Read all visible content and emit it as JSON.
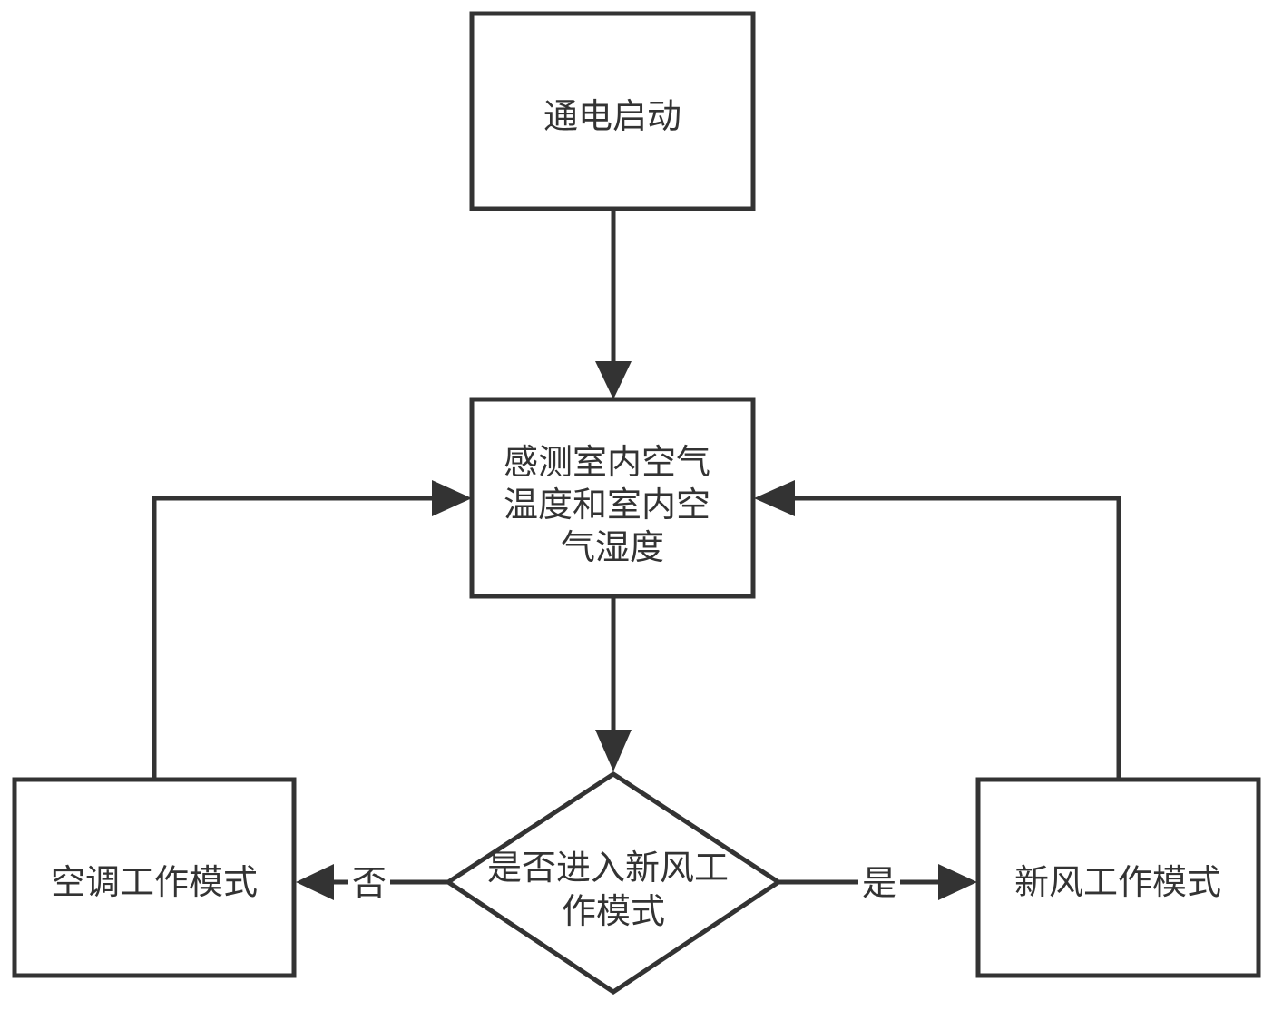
{
  "nodes": {
    "power_on": {
      "label": "通电启动"
    },
    "sense": {
      "lines": [
        "感测室内空气",
        "温度和室内空",
        "气湿度"
      ]
    },
    "decision": {
      "lines": [
        "是否进入新风工",
        "作模式"
      ]
    },
    "ac_mode": {
      "label": "空调工作模式"
    },
    "fresh_air_mode": {
      "label": "新风工作模式"
    }
  },
  "edges": {
    "no_label": "否",
    "yes_label": "是"
  },
  "colors": {
    "stroke": "#333333",
    "background": "#ffffff"
  }
}
